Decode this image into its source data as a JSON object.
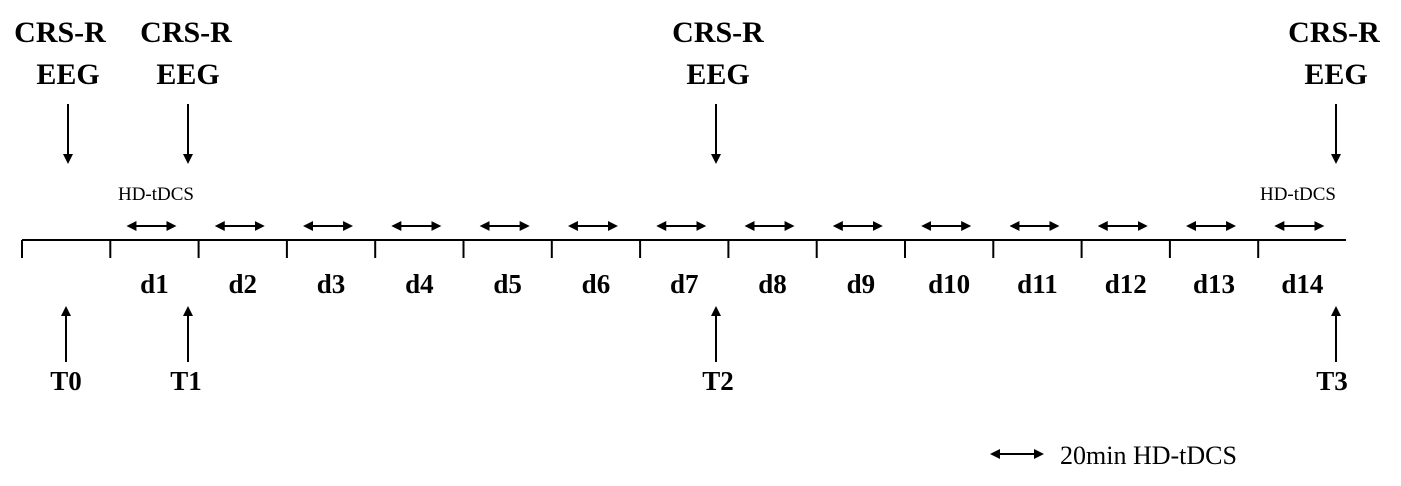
{
  "assessments": [
    {
      "line1": "CRS-R",
      "line2": "EEG"
    },
    {
      "line1": "CRS-R",
      "line2": "EEG"
    },
    {
      "line1": "CRS-R",
      "line2": "EEG"
    },
    {
      "line1": "CRS-R",
      "line2": "EEG"
    }
  ],
  "stimulation_labels": [
    "HD-tDCS",
    "HD-tDCS"
  ],
  "days": [
    "d1",
    "d2",
    "d3",
    "d4",
    "d5",
    "d6",
    "d7",
    "d8",
    "d9",
    "d10",
    "d11",
    "d12",
    "d13",
    "d14"
  ],
  "time_points": [
    "T0",
    "T1",
    "T2",
    "T3"
  ],
  "legend": {
    "text": "20min HD-tDCS"
  }
}
